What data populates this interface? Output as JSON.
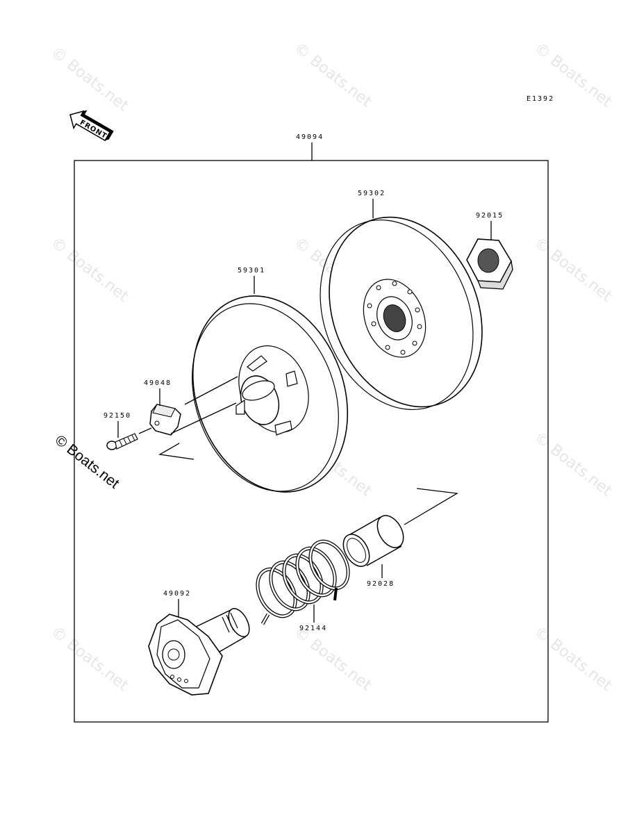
{
  "diagram_code": "E1392",
  "front_label": "FRONT",
  "assembly_label": "49094",
  "watermark": "© Boats.net",
  "callouts": {
    "movable_sheave": "59301",
    "fixed_sheave": "59302",
    "nut": "92015",
    "weight": "49048",
    "bolt": "92150",
    "cam": "49092",
    "spring": "92144",
    "bushing": "92028"
  }
}
